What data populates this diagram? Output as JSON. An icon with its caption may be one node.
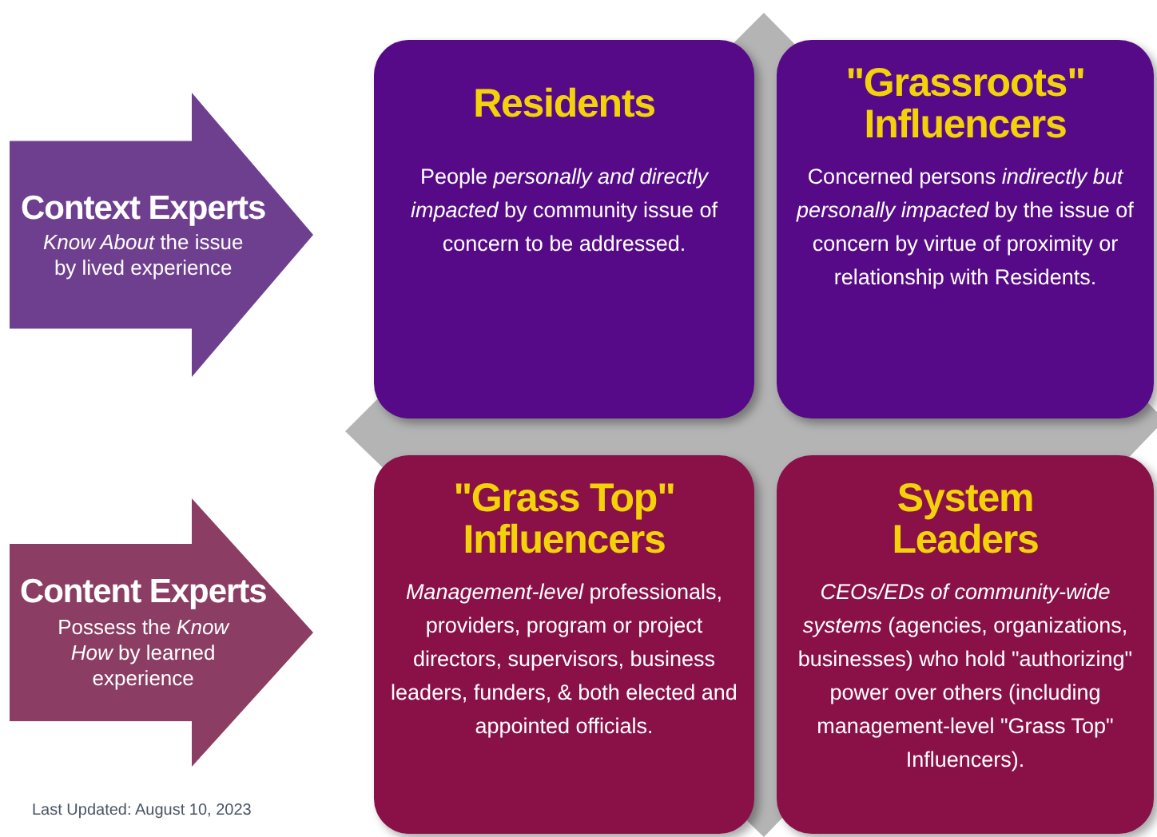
{
  "diagram": {
    "nodes": [
      {
        "text": [
          "Context Experts",
          "*Know About* the issue by lived experience"
        ]
      },
      {
        "text": [
          "Residents",
          "People *personally and directly impacted* by community issue of concern to be addressed."
        ]
      },
      {
        "text": [
          "\"Grassroots\" Influencers",
          "Concerned persons *indirectly but personally impacted* by the issue of concern by virtue of proximity or relationship with Residents."
        ]
      },
      {
        "text": [
          "Content Experts",
          "Possess the *Know How* by learned experience"
        ]
      },
      {
        "text": [
          "\"Grass Top\" Influencers",
          "*Management-level* professionals, providers, program or project directors, supervisors, business leaders, funders, & both elected and appointed officials."
        ]
      },
      {
        "text": [
          "System Leaders",
          "*CEOs/EDs of community-wide systems* (agencies, organizations, businesses) who hold \"authorizing\" power over others (including management-level \"Grass Top\" Influencers)."
        ]
      }
    ],
    "labels": [
      "Last Updated: August 10, 2023"
    ]
  }
}
